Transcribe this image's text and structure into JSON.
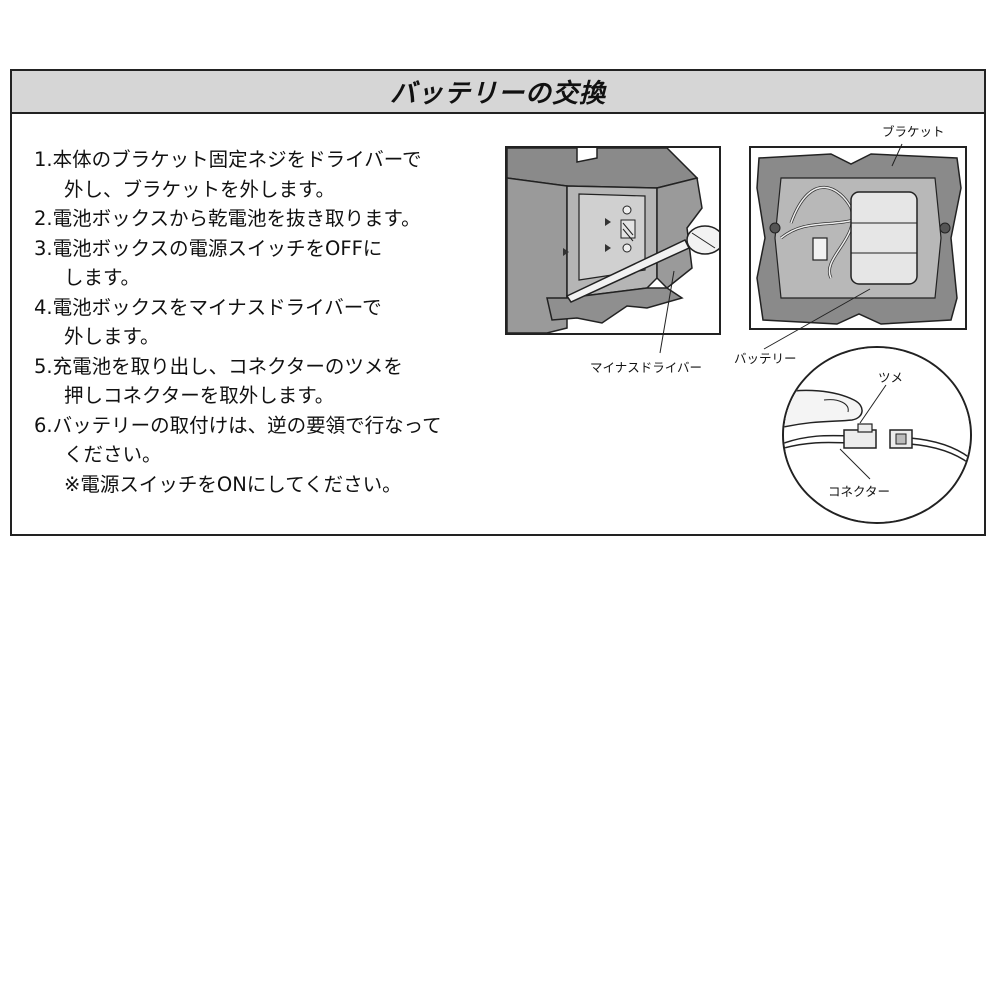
{
  "header": {
    "title": "バッテリーの交換"
  },
  "steps": [
    {
      "num": "1.",
      "line1": "本体のブラケット固定ネジをドライバーで",
      "line2": "外し、ブラケットを外します。"
    },
    {
      "num": "2.",
      "line1": "電池ボックスから乾電池を抜き取ります。",
      "line2": ""
    },
    {
      "num": "3.",
      "line1": "電池ボックスの電源スイッチをOFFに",
      "line2": "します。"
    },
    {
      "num": "4.",
      "line1": "電池ボックスをマイナスドライバーで",
      "line2": "外します。"
    },
    {
      "num": "5.",
      "line1": "充電池を取り出し、コネクターのツメを",
      "line2": "押しコネクターを取外します。"
    },
    {
      "num": "6.",
      "line1": "バッテリーの取付けは、逆の要領で行なって",
      "line2": "ください。"
    }
  ],
  "note": "※電源スイッチをONにしてください。",
  "labels": {
    "screwdriver": "マイナスドライバー",
    "bracket": "ブラケット",
    "battery": "バッテリー",
    "tab": "ツメ",
    "connector": "コネクター"
  },
  "colors": {
    "title_bg": "#d6d6d6",
    "device_dark": "#7a7a7a",
    "device_mid": "#a8a8a8",
    "device_light": "#cfcfcf"
  }
}
